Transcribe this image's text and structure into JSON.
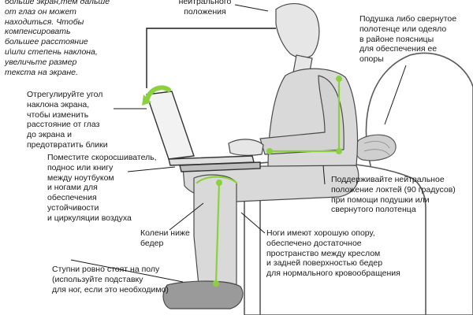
{
  "colors": {
    "background": "#ffffff",
    "ink": "#1a1a1a",
    "accent_green": "#8bd13f",
    "chair_outline": "#5a5a5a",
    "figure_fill": "#d9d9d9"
  },
  "annotations": {
    "screen_distance": "больше экран,тем дальше\nот глаз он может\nнаходиться. Чтобы\nкомпенсировать\nбольшее расстояние\nи\\или степень наклона,\nувеличьте размер\nтекста на экране.",
    "neutral_head": "нейтрального\nположения",
    "lumbar_pillow": "Подушка либо свернутое\nполотенце или одеяло\nв районе поясницы\nдля обеспечения ее\nопоры",
    "screen_tilt": "Отрегулируйте угол\nнаклона экрана,\nчтобы изменить\nрасстояние от глаз\nдо экрана и\nпредотвратить блики",
    "laptop_support": "Поместите скоросшиватель,\nподнос или книгу\nмежду ноутбуком\nи ногами для\nобеспечения\nустойчивости\nи циркуляции воздуха",
    "elbows": "Поддерживайте нейтральное\nположение локтей (90 градусов)\nпри помощи подушки или\nсвернутого полотенца",
    "knees": "Колени ниже\nбедер",
    "legs_support": "Ноги имеют хорошую опору,\nобеспечено достаточное\nпространство между креслом\nи задней поверхностью бедер\nдля нормального кровообращения",
    "feet": "Ступни ровно стоят на полу\n(используйте подставку\nдля ног, если это необходимо)"
  }
}
